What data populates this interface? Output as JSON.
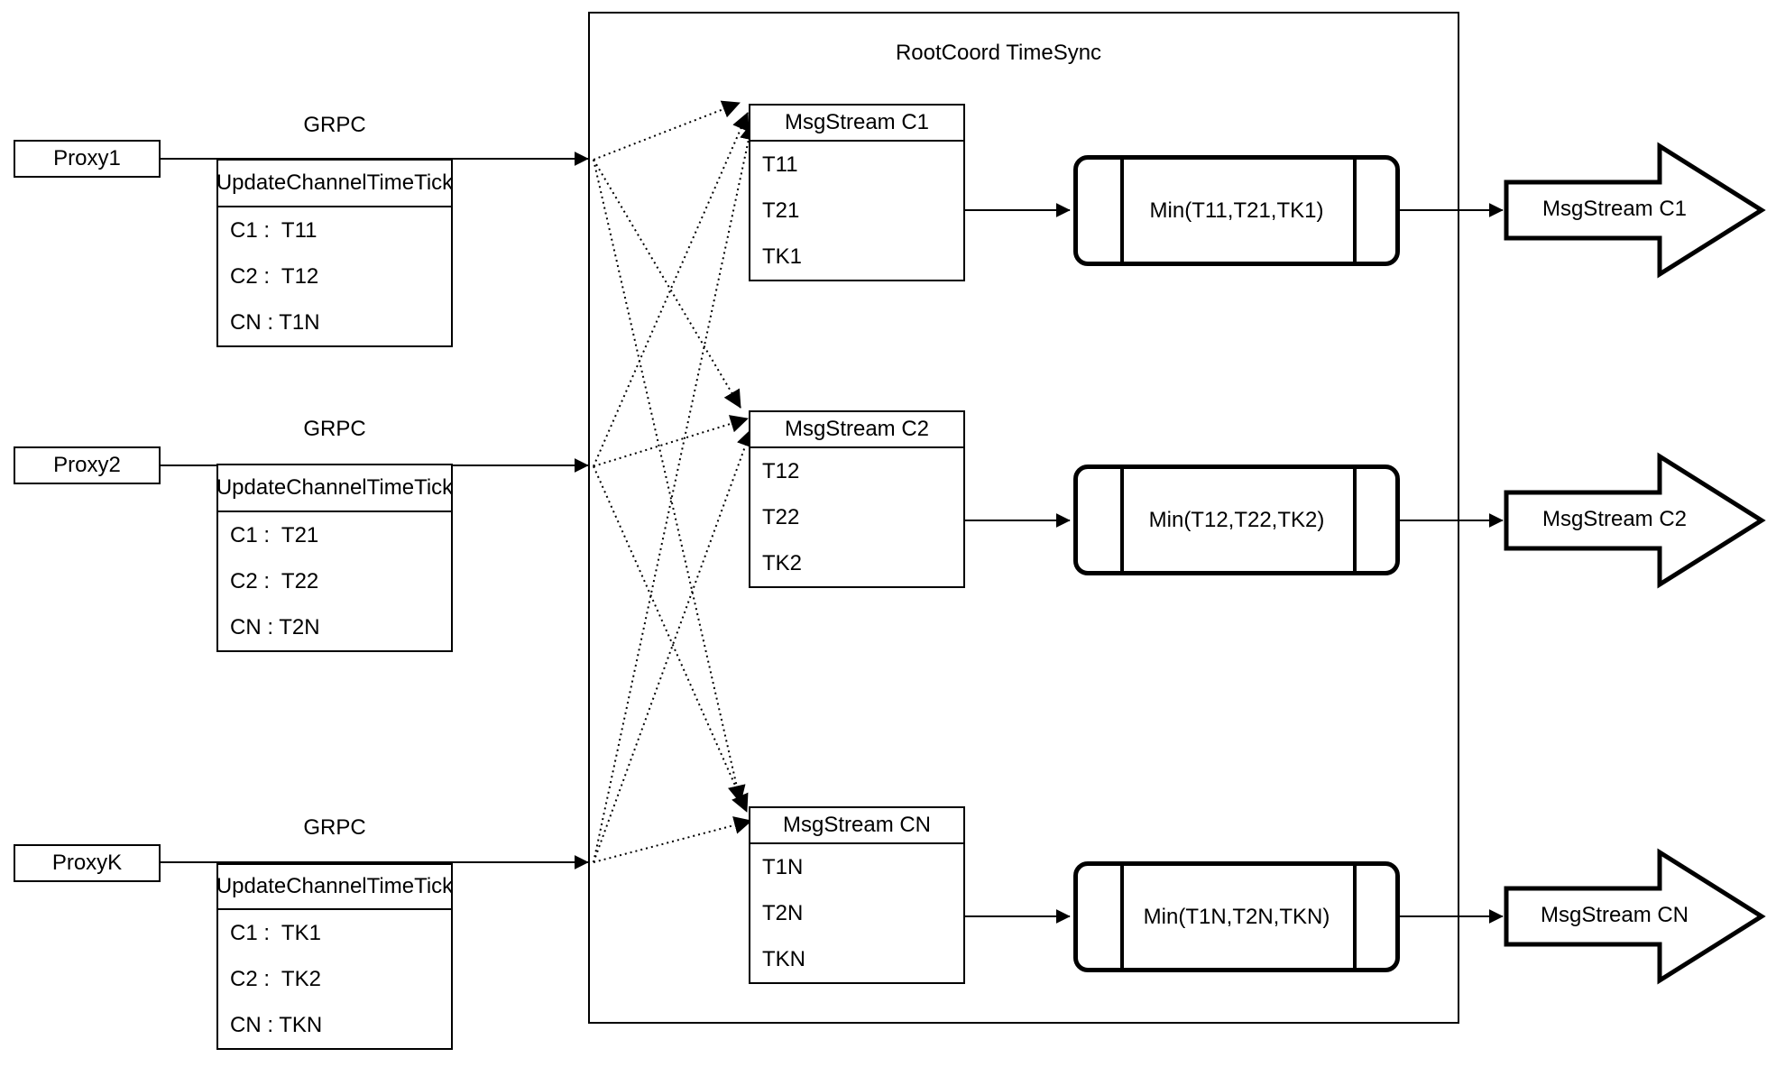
{
  "diagram": {
    "title": "RootCoord TimeSync",
    "proxies": [
      {
        "name": "Proxy1",
        "protocol": "GRPC",
        "table_header": "UpdateChannelTimeTick",
        "rows": [
          "C1 :  T11",
          "C2 :  T12",
          "CN : T1N"
        ]
      },
      {
        "name": "Proxy2",
        "protocol": "GRPC",
        "table_header": "UpdateChannelTimeTick",
        "rows": [
          "C1 :  T21",
          "C2 :  T22",
          "CN : T2N"
        ]
      },
      {
        "name": "ProxyK",
        "protocol": "GRPC",
        "table_header": "UpdateChannelTimeTick",
        "rows": [
          "C1 :  TK1",
          "C2 :  TK2",
          "CN : TKN"
        ]
      }
    ],
    "streams": [
      {
        "buffer_header": "MsgStream C1",
        "buffer_rows": [
          "T11",
          "T21",
          "TK1"
        ],
        "min_label": "Min(T11,T21,TK1)",
        "output_label": "MsgStream C1"
      },
      {
        "buffer_header": "MsgStream C2",
        "buffer_rows": [
          "T12",
          "T22",
          "TK2"
        ],
        "min_label": "Min(T12,T22,TK2)",
        "output_label": "MsgStream C2"
      },
      {
        "buffer_header": "MsgStream CN",
        "buffer_rows": [
          "T1N",
          "T2N",
          "TKN"
        ],
        "min_label": "Min(T1N,T2N,TKN)",
        "output_label": "MsgStream CN"
      }
    ],
    "colors": {
      "stroke": "#000000",
      "background": "#ffffff"
    }
  }
}
